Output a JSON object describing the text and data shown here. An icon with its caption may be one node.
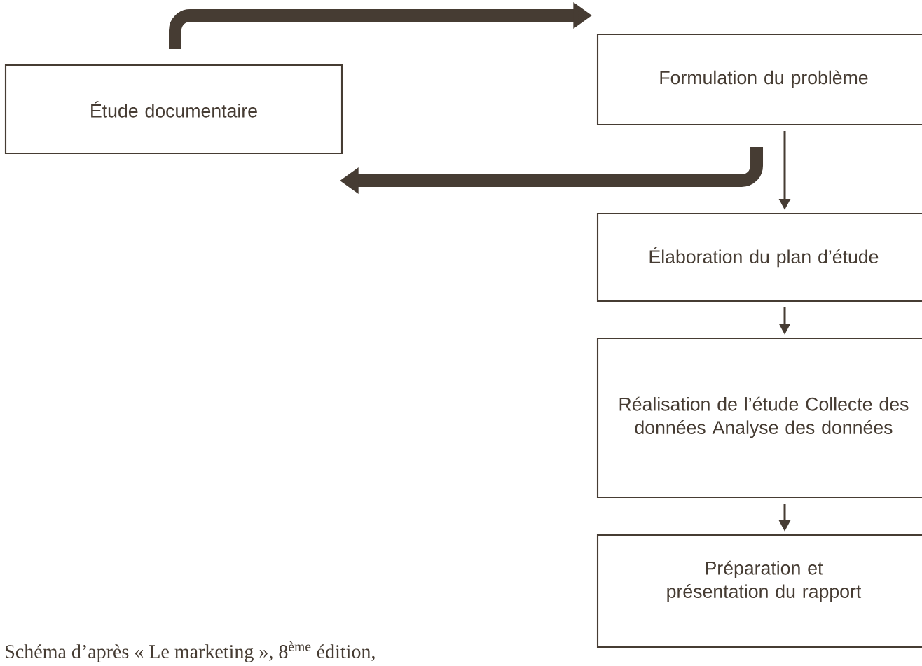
{
  "diagram": {
    "caption": "Schéma d’après « Le marketing », 8$^{ème}$ édition,",
    "nodes": [
      {
        "text": [
          "Étude documentaire"
        ]
      },
      {
        "text": [
          "Formulation du problème"
        ]
      },
      {
        "text": [
          "Élaboration du plan d’étude"
        ]
      },
      {
        "text": [
          "Réalisation de l’étude Collecte des données Analyse des données"
        ]
      },
      {
        "text": [
          "Préparation et présentation du rapport"
        ]
      }
    ],
    "edges": [
      {
        "from": 0,
        "to": 1,
        "arrow": "to",
        "style": "thick"
      },
      {
        "from": 1,
        "to": 0,
        "arrow": "to",
        "style": "thick"
      },
      {
        "from": 1,
        "to": 2,
        "arrow": "to"
      },
      {
        "from": 2,
        "to": 3,
        "arrow": "to"
      },
      {
        "from": 3,
        "to": 4,
        "arrow": "to"
      }
    ]
  }
}
